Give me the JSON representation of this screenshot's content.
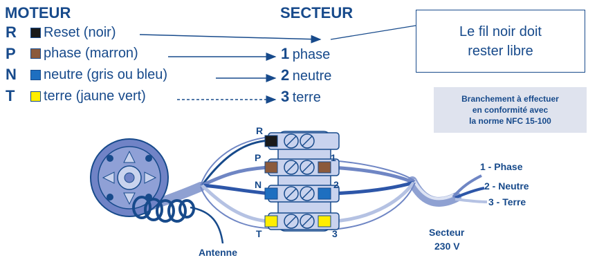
{
  "moteur_header": "MOTEUR",
  "secteur_header": "SECTEUR",
  "rows": [
    {
      "letter": "R",
      "label": "Reset (noir)",
      "color": "#1a1a1a"
    },
    {
      "letter": "P",
      "label": "phase (marron)",
      "color": "#8b5a3c"
    },
    {
      "letter": "N",
      "label": "neutre (gris ou bleu)",
      "color": "#1e6fc0"
    },
    {
      "letter": "T",
      "label": "terre (jaune vert)",
      "color": "#ffee00"
    }
  ],
  "secteur_items": [
    {
      "num": "1",
      "label": "phase"
    },
    {
      "num": "2",
      "label": "neutre"
    },
    {
      "num": "3",
      "label": "terre"
    }
  ],
  "note_lines": [
    "Le fil noir doit",
    "rester libre"
  ],
  "norm_lines": [
    "Branchement à effectuer",
    "en conformité avec",
    "la norme NFC 15-100"
  ],
  "block_left_labels": [
    "R",
    "P",
    "N",
    "T"
  ],
  "block_right_labels": [
    "1",
    "2",
    "3"
  ],
  "cable_labels": [
    "1 - Phase",
    "2 - Neutre",
    "3 - Terre"
  ],
  "secteur_caption": [
    "Secteur",
    "230 V"
  ],
  "antenne_label": "Antenne",
  "colors": {
    "primary": "#174a8b",
    "cable": "#6f86c4",
    "cable_light": "#b5c2e3",
    "block": "#c9d3ee"
  }
}
